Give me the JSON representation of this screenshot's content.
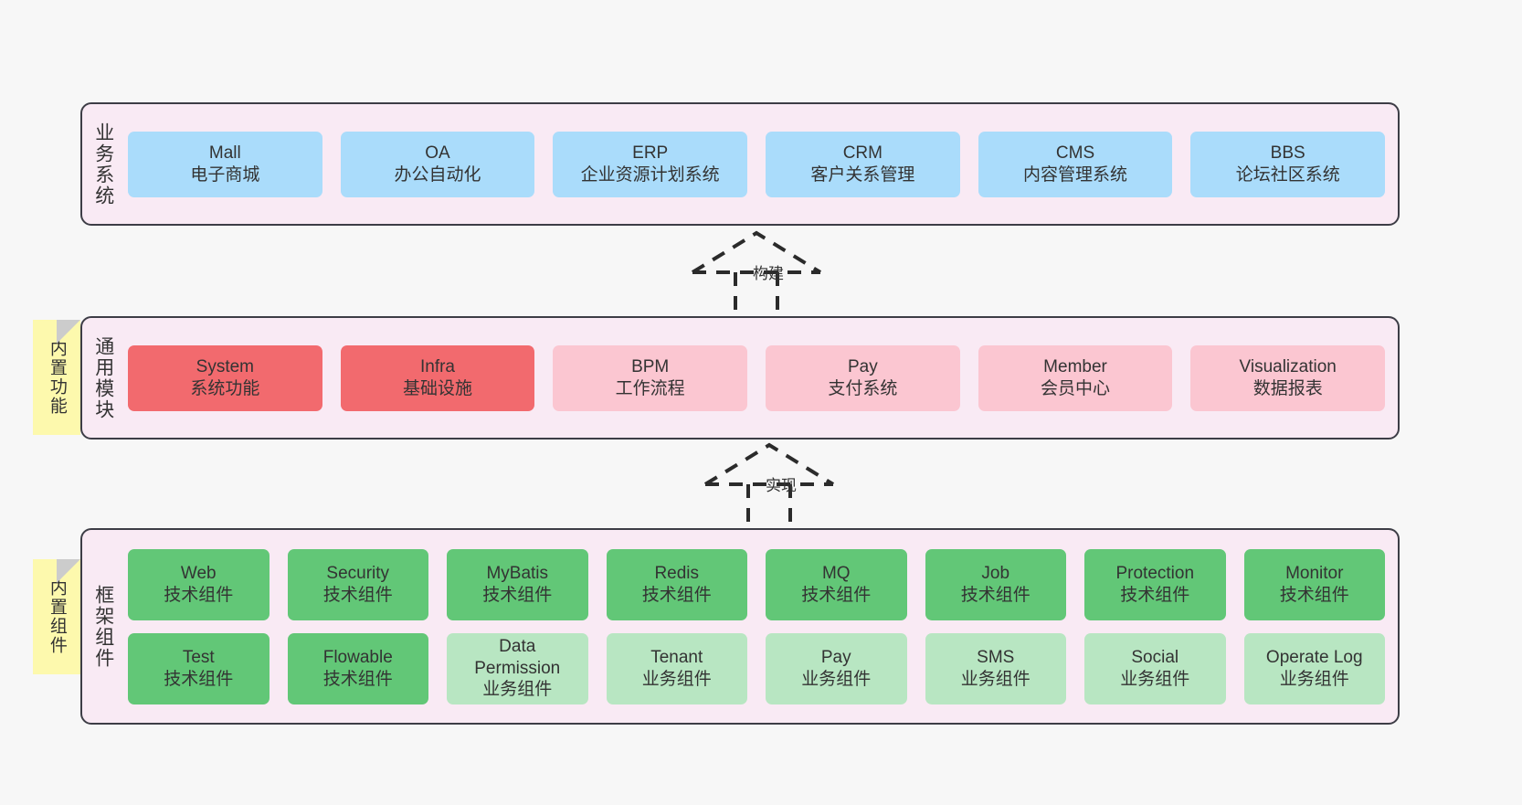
{
  "diagram": {
    "title_hidden": "",
    "layers": [
      {
        "id": "business",
        "title": "业务系统",
        "rows": [
          [
            {
              "en": "Mall",
              "cn": "电子商城",
              "color": "#aadcfb"
            },
            {
              "en": "OA",
              "cn": "办公自动化",
              "color": "#aadcfb"
            },
            {
              "en": "ERP",
              "cn": "企业资源计划系统",
              "color": "#aadcfb"
            },
            {
              "en": "CRM",
              "cn": "客户关系管理",
              "color": "#aadcfb"
            },
            {
              "en": "CMS",
              "cn": "内容管理系统",
              "color": "#aadcfb"
            },
            {
              "en": "BBS",
              "cn": "论坛社区系统",
              "color": "#aadcfb"
            }
          ]
        ]
      },
      {
        "id": "modules",
        "title": "通用模块",
        "rows": [
          [
            {
              "en": "System",
              "cn": "系统功能",
              "color": "#f26a6e"
            },
            {
              "en": "Infra",
              "cn": "基础设施",
              "color": "#f26a6e"
            },
            {
              "en": "BPM",
              "cn": "工作流程",
              "color": "#fbc6d1"
            },
            {
              "en": "Pay",
              "cn": "支付系统",
              "color": "#fbc6d1"
            },
            {
              "en": "Member",
              "cn": "会员中心",
              "color": "#fbc6d1"
            },
            {
              "en": "Visualization",
              "cn": "数据报表",
              "color": "#fbc6d1"
            }
          ]
        ]
      },
      {
        "id": "framework",
        "title": "框架组件",
        "rows": [
          [
            {
              "en": "Web",
              "cn": "技术组件",
              "color": "#62c777"
            },
            {
              "en": "Security",
              "cn": "技术组件",
              "color": "#62c777"
            },
            {
              "en": "MyBatis",
              "cn": "技术组件",
              "color": "#62c777"
            },
            {
              "en": "Redis",
              "cn": "技术组件",
              "color": "#62c777"
            },
            {
              "en": "MQ",
              "cn": "技术组件",
              "color": "#62c777"
            },
            {
              "en": "Job",
              "cn": "技术组件",
              "color": "#62c777"
            },
            {
              "en": "Protection",
              "cn": "技术组件",
              "color": "#62c777"
            },
            {
              "en": "Monitor",
              "cn": "技术组件",
              "color": "#62c777"
            }
          ],
          [
            {
              "en": "Test",
              "cn": "技术组件",
              "color": "#62c777"
            },
            {
              "en": "Flowable",
              "cn": "技术组件",
              "color": "#62c777"
            },
            {
              "en": "Data",
              "en2": "Permission",
              "cn": "业务组件",
              "color": "#b8e6c2"
            },
            {
              "en": "Tenant",
              "cn": "业务组件",
              "color": "#b8e6c2"
            },
            {
              "en": "Pay",
              "cn": "业务组件",
              "color": "#b8e6c2"
            },
            {
              "en": "SMS",
              "cn": "业务组件",
              "color": "#b8e6c2"
            },
            {
              "en": "Social",
              "cn": "业务组件",
              "color": "#b8e6c2"
            },
            {
              "en": "Operate Log",
              "cn": "业务组件",
              "color": "#b8e6c2"
            }
          ]
        ]
      }
    ],
    "notes": [
      {
        "id": "builtin-features",
        "text": "内置功能"
      },
      {
        "id": "builtin-components",
        "text": "内置组件"
      }
    ],
    "connectors": [
      {
        "id": "build",
        "label": "构建"
      },
      {
        "id": "implement",
        "label": "实现"
      }
    ],
    "colors": {
      "layer_background": "#f9eaf4",
      "layer_border": "#3d3d46",
      "canvas_background": "#f7f7f7",
      "note_background": "#fdf9ad",
      "business_box": "#aadcfb",
      "module_core_box": "#f26a6e",
      "module_box": "#fbc6d1",
      "tech_component_box": "#62c777",
      "business_component_box": "#b8e6c2",
      "text": "#333333"
    }
  }
}
